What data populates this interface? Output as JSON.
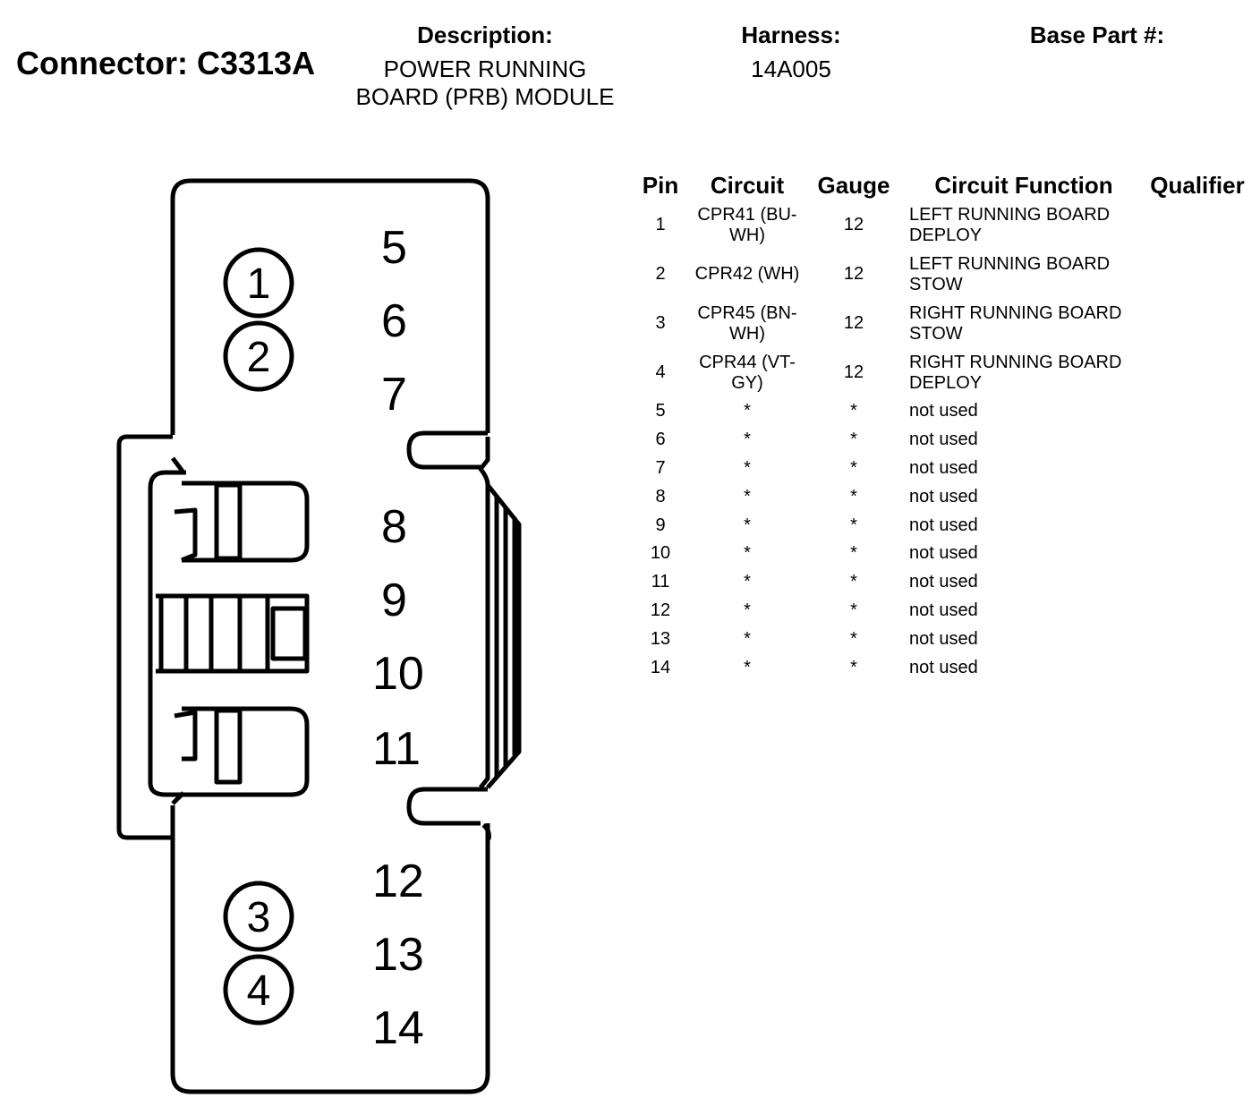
{
  "connector_title": "Connector: C3313A",
  "header": {
    "description_label": "Description:",
    "description_lines": [
      "POWER RUNNING",
      "BOARD (PRB) MODULE"
    ],
    "harness_label": "Harness:",
    "harness_value": "14A005",
    "base_part_label": "Base Part #:"
  },
  "diagram": {
    "circled_pins": [
      "1",
      "2",
      "3",
      "4"
    ],
    "cavity_numbers": [
      "5",
      "6",
      "7",
      "8",
      "9",
      "10",
      "11",
      "12",
      "13",
      "14"
    ]
  },
  "table": {
    "headers": [
      "Pin",
      "Circuit",
      "Gauge",
      "Circuit Function",
      "Qualifier"
    ],
    "rows": [
      {
        "pin": "1",
        "circuit": [
          "CPR41 (BU-",
          "WH)"
        ],
        "gauge": "12",
        "function": [
          "LEFT RUNNING BOARD",
          "DEPLOY"
        ],
        "qualifier": ""
      },
      {
        "pin": "2",
        "circuit": [
          "CPR42 (WH)"
        ],
        "gauge": "12",
        "function": [
          "LEFT RUNNING BOARD",
          "STOW"
        ],
        "qualifier": ""
      },
      {
        "pin": "3",
        "circuit": [
          "CPR45 (BN-",
          "WH)"
        ],
        "gauge": "12",
        "function": [
          "RIGHT RUNNING BOARD",
          "STOW"
        ],
        "qualifier": ""
      },
      {
        "pin": "4",
        "circuit": [
          "CPR44 (VT-",
          "GY)"
        ],
        "gauge": "12",
        "function": [
          "RIGHT RUNNING BOARD",
          "DEPLOY"
        ],
        "qualifier": ""
      },
      {
        "pin": "5",
        "circuit": [
          "*"
        ],
        "gauge": "*",
        "function": [
          "not used"
        ],
        "qualifier": ""
      },
      {
        "pin": "6",
        "circuit": [
          "*"
        ],
        "gauge": "*",
        "function": [
          "not used"
        ],
        "qualifier": ""
      },
      {
        "pin": "7",
        "circuit": [
          "*"
        ],
        "gauge": "*",
        "function": [
          "not used"
        ],
        "qualifier": ""
      },
      {
        "pin": "8",
        "circuit": [
          "*"
        ],
        "gauge": "*",
        "function": [
          "not used"
        ],
        "qualifier": ""
      },
      {
        "pin": "9",
        "circuit": [
          "*"
        ],
        "gauge": "*",
        "function": [
          "not used"
        ],
        "qualifier": ""
      },
      {
        "pin": "10",
        "circuit": [
          "*"
        ],
        "gauge": "*",
        "function": [
          "not used"
        ],
        "qualifier": ""
      },
      {
        "pin": "11",
        "circuit": [
          "*"
        ],
        "gauge": "*",
        "function": [
          "not used"
        ],
        "qualifier": ""
      },
      {
        "pin": "12",
        "circuit": [
          "*"
        ],
        "gauge": "*",
        "function": [
          "not used"
        ],
        "qualifier": ""
      },
      {
        "pin": "13",
        "circuit": [
          "*"
        ],
        "gauge": "*",
        "function": [
          "not used"
        ],
        "qualifier": ""
      },
      {
        "pin": "14",
        "circuit": [
          "*"
        ],
        "gauge": "*",
        "function": [
          "not used"
        ],
        "qualifier": ""
      }
    ]
  }
}
